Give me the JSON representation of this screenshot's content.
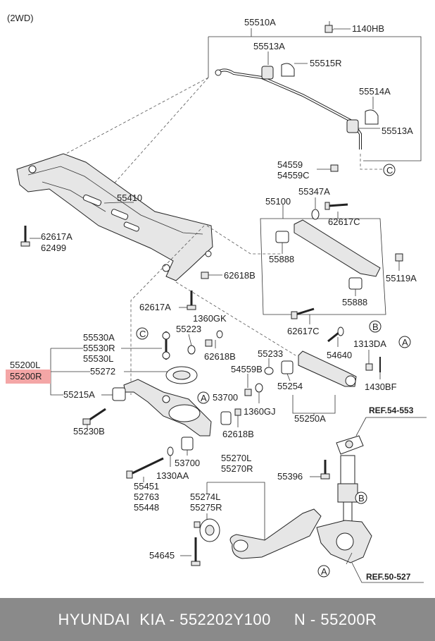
{
  "tag": "(2WD)",
  "labels": {
    "p55510A": "55510A",
    "p1140HB": "1140HB",
    "p55513A_top": "55513A",
    "p55515R": "55515R",
    "p55514A": "55514A",
    "p55513A_mid": "55513A",
    "p54559": "54559",
    "p54559C": "54559C",
    "p55410": "55410",
    "p55347A": "55347A",
    "p55100": "55100",
    "p62617C": "62617C",
    "p62617A_left": "62617A",
    "p62499": "62499",
    "p55888_a": "55888",
    "p55119A": "55119A",
    "p62618B_top": "62618B",
    "p55888_b": "55888",
    "p62617A_mid": "62617A",
    "p1360GK": "1360GK",
    "p62617C_b": "62617C",
    "p55530A": "55530A",
    "p55223": "55223",
    "p55530R": "55530R",
    "p55530L": "55530L",
    "p62618B_mid": "62618B",
    "p54640": "54640",
    "p1313DA": "1313DA",
    "p55200L": "55200L",
    "p55200R": "55200R",
    "p55233": "55233",
    "p55272": "55272",
    "p54559B": "54559B",
    "p55254": "55254",
    "p1430BF": "1430BF",
    "p55215A": "55215A",
    "p53700_a": "53700",
    "p1360GJ": "1360GJ",
    "p55230B": "55230B",
    "p62618B_low": "62618B",
    "p55250A": "55250A",
    "pREF54": "REF.54-553",
    "p53700_b": "53700",
    "p55270L": "55270L",
    "p55270R": "55270R",
    "p1330AA": "1330AA",
    "p55396": "55396",
    "p55451": "55451",
    "p52763": "52763",
    "p55448": "55448",
    "p55274L": "55274L",
    "p55275R": "55275R",
    "p54645": "54645",
    "pREF50": "REF.50-527"
  },
  "markers": {
    "c_top": "C",
    "c_left": "C",
    "a_right": "A",
    "a_mid": "A",
    "a_bottom": "A",
    "b_right": "B",
    "b_bottom": "B"
  },
  "footer": {
    "text": "HYUNDAI  KIA - 552202Y100     N - 55200R"
  },
  "colors": {
    "highlight": "#f4a6a6",
    "footer_bg": "#8a8a8a"
  }
}
